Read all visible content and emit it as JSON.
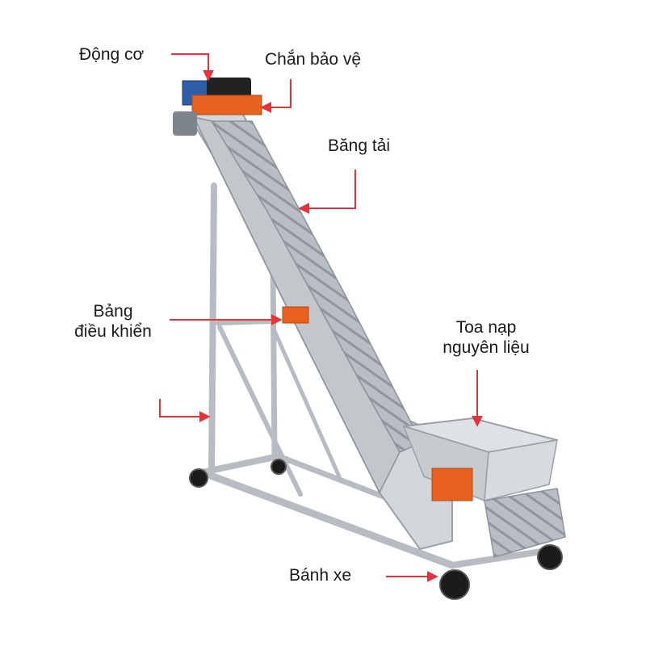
{
  "labels": {
    "motor": "Động cơ",
    "guard": "Chắn bảo vệ",
    "belt": "Băng tải",
    "control_line1": "Bảng",
    "control_line2": "điều khiển",
    "hopper_line1": "Toa nạp",
    "hopper_line2": "nguyên liệu",
    "wheel": "Bánh xe"
  },
  "colors": {
    "arrow": "#e8323a",
    "frame": "#c9ced4",
    "frame_dark": "#8c939b",
    "orange": "#e8621f",
    "motor_blue": "#2c5fa8",
    "motor_black": "#222222",
    "text": "#1a1a1a"
  }
}
